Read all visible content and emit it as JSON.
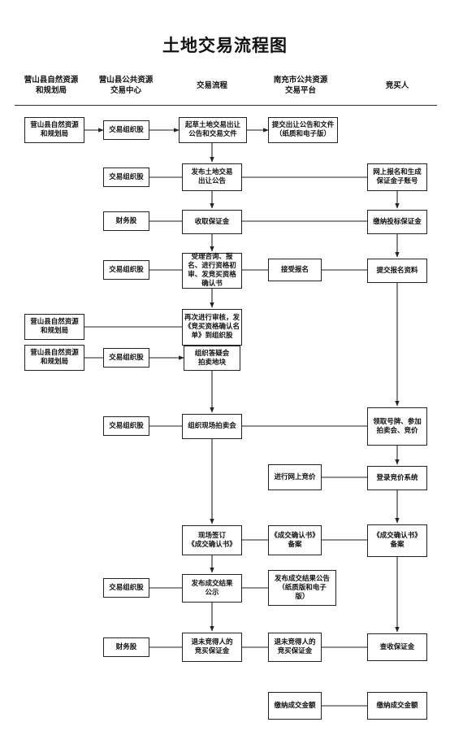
{
  "title": "土地交易流程图",
  "columns": [
    "营山县自然资源\n和规划局",
    "营山县公共资源\n交易中心",
    "交易流程",
    "南充市公共资源\n交易平台",
    "竞买人"
  ],
  "boxes": {
    "a1": "营山县自然资源\n和规划局",
    "b1": "交易组织股",
    "c1": "起草土地交易出让\n公告和交易文件",
    "d1": "提交出让公告和文件\n（纸质和电子版）",
    "b2": "交易组织股",
    "c2": "发布土地交易\n出让公告",
    "e2": "网上报名和生成\n保证金子账号",
    "b3": "财务股",
    "c3": "收取保证金",
    "e3": "缴纳投标保证金",
    "b4": "交易组织股",
    "c4": "受理咨询、报\n名、进行资格初\n审、发竞买资格\n确认书",
    "d4": "接受报名",
    "e4": "提交报名资料",
    "a5": "营山县自然资源\n和规划局",
    "c5": "再次进行审核，发\n《竞买资格确认名\n单》到组织股",
    "a6": "营山县自然资源\n和规划局",
    "b6": "交易组织股",
    "c6": "组织答疑会\n拍卖地块",
    "b7": "交易组织股",
    "c7": "组织现场拍卖会",
    "e7": "领取号牌、参加\n拍卖会、竞价",
    "d8": "进行网上竞价",
    "e8": "登录竞价系统",
    "c9": "现场签订\n《成交确认书》",
    "d9": "《成交确认书》\n备案",
    "e9": "《成交确认书》\n备案",
    "b10": "交易组织股",
    "c10": "发布成交结果\n公示",
    "d10": "发布成交结果公告\n（纸质版和电子\n版）",
    "b11": "财务股",
    "c11": "退未竞得人的\n竞买保证金",
    "d11": "退未竞得人的\n竞买保证金",
    "e11": "查收保证金",
    "d12": "缴纳成交金额",
    "e12": "缴纳成交金额"
  }
}
